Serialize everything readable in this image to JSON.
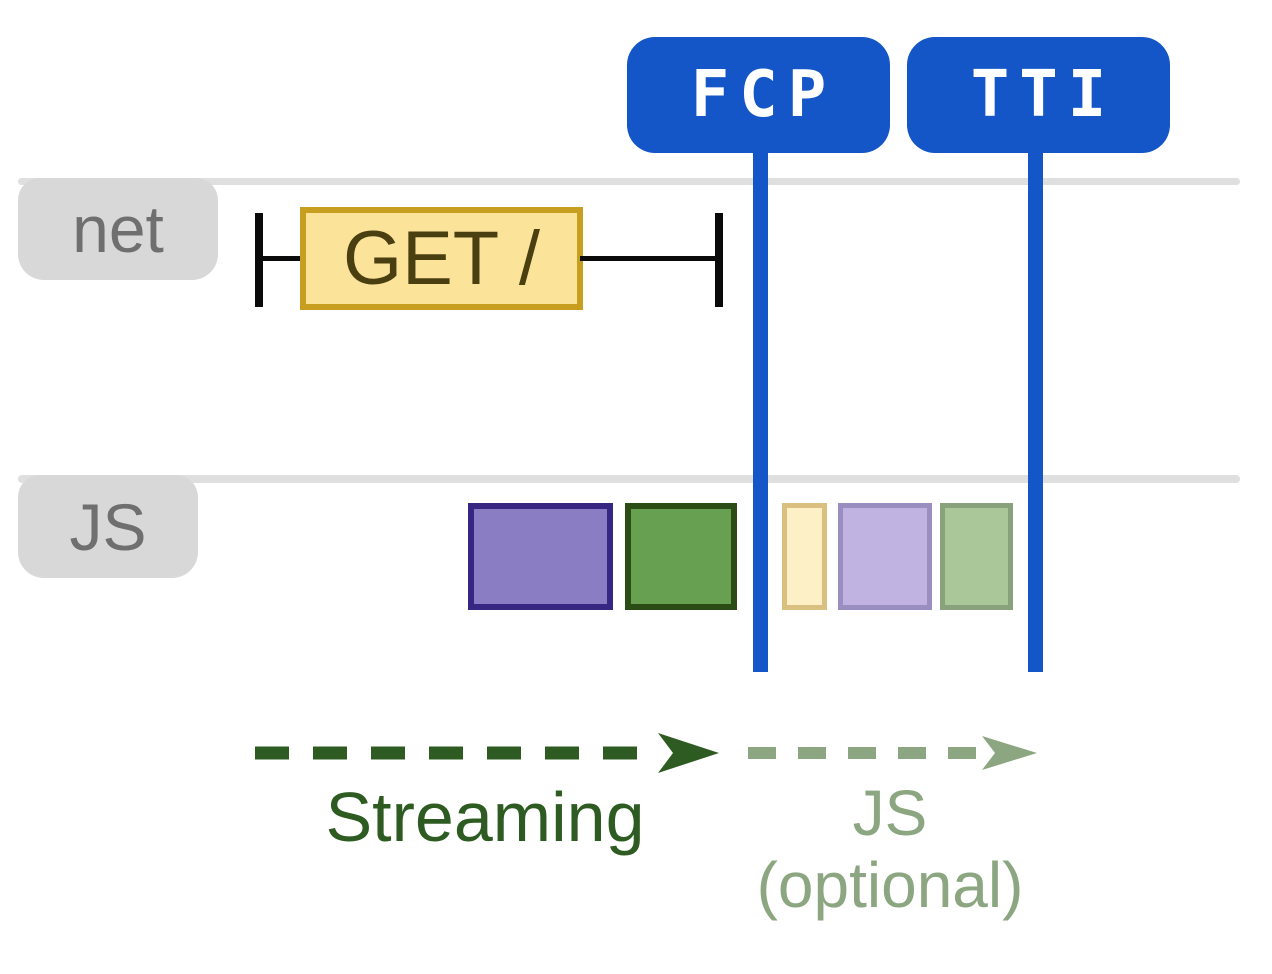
{
  "colors": {
    "accent_blue": "#1456c8",
    "lane_line": "#dfdfdf",
    "tab_bg": "#d8d8d8",
    "tab_text": "#6f6f6f",
    "ink": "#0a0a0a",
    "request_fill": "#fbe399",
    "request_border": "#c79e20",
    "request_text": "#4a3f10",
    "streaming_green": "#2d5b21",
    "optional_sage": "#8ca681"
  },
  "markers": [
    {
      "label": "FCP"
    },
    {
      "label": "TTI"
    }
  ],
  "lanes": [
    {
      "label": "net"
    },
    {
      "label": "JS"
    }
  ],
  "request": {
    "label": "GET /"
  },
  "js_blocks": [
    {
      "name": "js-block-purple",
      "fill": "#8b7dc3",
      "border": "#372782"
    },
    {
      "name": "js-block-green",
      "fill": "#68a051",
      "border": "#2c4c15"
    },
    {
      "name": "js-block-faded-yellow",
      "fill": "#fdf0c6",
      "border": "#d9c080"
    },
    {
      "name": "js-block-faded-purple",
      "fill": "#c0b3e1",
      "border": "#9a8dc0"
    },
    {
      "name": "js-block-faded-green",
      "fill": "#aac79a",
      "border": "#8aa27c"
    }
  ],
  "phases": [
    {
      "label": "Streaming"
    },
    {
      "label": "JS",
      "sublabel": "(optional)"
    }
  ]
}
